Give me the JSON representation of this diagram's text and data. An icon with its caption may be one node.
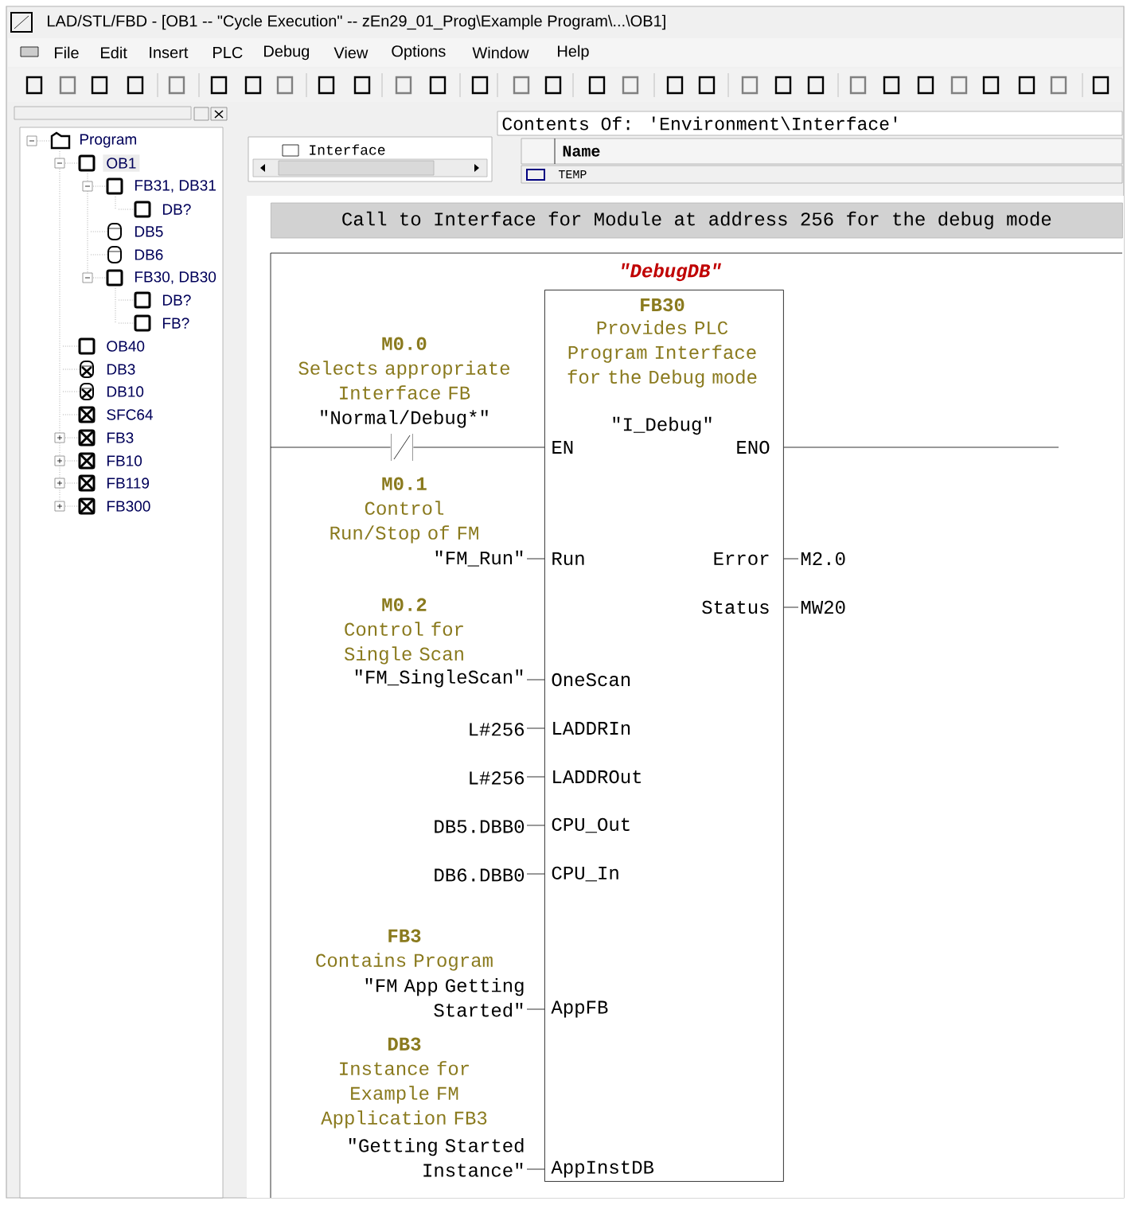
{
  "diagram": {
    "title": "LAD/STL/FBD  - [OB1 -- \"Cycle Execution\" -- zEn29_01_Prog\\Example Program\\...\\OB1]",
    "nodes": [
      {
        "text": [
          "\"DebugDB\"",
          "FB30",
          "Provides PLC Program Interface for the Debug mode",
          "\"I_Debug\"",
          "EN",
          "ENO",
          "Run",
          "Error",
          "Status",
          "OneScan",
          "LADDRIn",
          "LADDROut",
          "CPU_Out",
          "CPU_In",
          "AppFB",
          "AppInstDB"
        ]
      },
      {
        "text": [
          "M0.0",
          "Selects appropriate Interface FB",
          "\"Normal/Debug*\""
        ]
      },
      {
        "text": [
          "M0.1",
          "Control Run/Stop of FM",
          "\"FM_Run\""
        ]
      },
      {
        "text": [
          "M0.2",
          "Control for Single Scan",
          "\"FM_SingleScan\""
        ]
      },
      {
        "text": [
          "L#256"
        ]
      },
      {
        "text": [
          "L#256"
        ]
      },
      {
        "text": [
          "DB5.DBB0"
        ]
      },
      {
        "text": [
          "DB6.DBB0"
        ]
      },
      {
        "text": [
          "FB3",
          "Contains Program",
          "\"FM App Getting Started\""
        ]
      },
      {
        "text": [
          "DB3",
          "Instance for Example FM Application FB3",
          "\"Getting Started Instance\""
        ]
      },
      {
        "text": [
          "M2.0"
        ]
      },
      {
        "text": [
          "MW20"
        ]
      }
    ],
    "edges": [
      {
        "from": null,
        "to": 1,
        "arrow": "none"
      },
      {
        "from": 1,
        "to": 0,
        "arrow": "none"
      },
      {
        "from": 0,
        "to": null,
        "arrow": "none"
      },
      {
        "from": 2,
        "to": 0,
        "arrow": "none"
      },
      {
        "from": 3,
        "to": 0,
        "arrow": "none"
      },
      {
        "from": 4,
        "to": 0,
        "arrow": "none"
      },
      {
        "from": 5,
        "to": 0,
        "arrow": "none"
      },
      {
        "from": 6,
        "to": 0,
        "arrow": "none"
      },
      {
        "from": 7,
        "to": 0,
        "arrow": "none"
      },
      {
        "from": 8,
        "to": 0,
        "arrow": "none"
      },
      {
        "from": 9,
        "to": 0,
        "arrow": "none"
      },
      {
        "from": 0,
        "to": 10,
        "arrow": "none"
      },
      {
        "from": 0,
        "to": 11,
        "arrow": "none"
      }
    ],
    "labels": [
      "File",
      "Edit",
      "Insert",
      "PLC",
      "Debug",
      "View",
      "Options",
      "Window",
      "Help",
      "Program",
      "OB1",
      "FB31, DB31",
      "DB?",
      "DB5",
      "DB6",
      "FB30, DB30",
      "DB?",
      "FB?",
      "OB40",
      "DB3",
      "DB10",
      "SFC64",
      "FB3",
      "FB10",
      "FB119",
      "FB300",
      "Contents Of: 'Environment\\Interface'",
      "Interface",
      "Name",
      "TEMP",
      "Call to Interface for Module at address 256 for the debug mode"
    ]
  }
}
